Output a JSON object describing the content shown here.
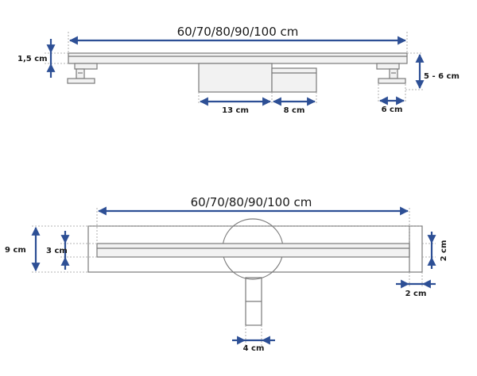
{
  "colors": {
    "dimension": "#2d4f95",
    "outline": "#7a7a7a",
    "text": "#1a1a1a"
  },
  "side_view": {
    "length_label": "60/70/80/90/100 cm",
    "thickness_label": "1,5 cm",
    "height_label": "5 - 6 cm",
    "outlet_width_label": "13 cm",
    "siphon_width_label": "8 cm",
    "foot_label": "6 cm"
  },
  "top_view": {
    "length_label": "60/70/80/90/100 cm",
    "width_label": "9 cm",
    "channel_label": "3 cm",
    "edge_height_label": "2 cm",
    "edge_width_label": "2 cm",
    "pipe_label": "4 cm"
  }
}
